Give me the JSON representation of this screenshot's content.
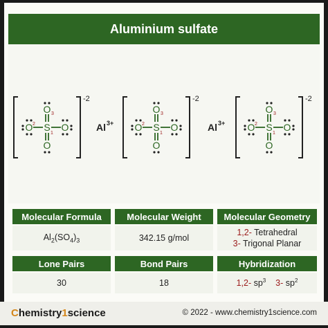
{
  "title": "Aluminium sulfate",
  "structure": {
    "ions": [
      {
        "kind": "sulfate",
        "charge": "-2",
        "atom_labels": {
          "s": "S",
          "o": "O",
          "n1": "1",
          "n2": "2",
          "n3": "3"
        }
      },
      {
        "kind": "cation",
        "label": "Al",
        "charge": "3+"
      },
      {
        "kind": "sulfate",
        "charge": "-2",
        "atom_labels": {
          "s": "S",
          "o": "O",
          "n1": "1",
          "n2": "2",
          "n3": "3"
        }
      },
      {
        "kind": "cation",
        "label": "Al",
        "charge": "3+"
      },
      {
        "kind": "sulfate",
        "charge": "-2",
        "atom_labels": {
          "s": "S",
          "o": "O",
          "n1": "1",
          "n2": "2",
          "n3": "3"
        }
      }
    ],
    "colors": {
      "bond": "#2d6623",
      "atom": "#2d6623",
      "dots": "#222222",
      "numbers": "#9b1b1b",
      "bracket": "#222222"
    }
  },
  "properties": {
    "molecular_formula": {
      "header": "Molecular Formula",
      "value_main": "Al",
      "sub1": "2",
      "paren_open": "(SO",
      "sub2": "4",
      "paren_close": ")",
      "sub3": "3"
    },
    "molecular_weight": {
      "header": "Molecular Weight",
      "value": "342.15 g/mol"
    },
    "molecular_geometry": {
      "header": "Molecular Geometry",
      "line1_num": "1,2-",
      "line1_text": "Tetrahedral",
      "line2_num": "3-",
      "line2_text": "Trigonal Planar"
    },
    "lone_pairs": {
      "header": "Lone Pairs",
      "value": "30"
    },
    "bond_pairs": {
      "header": "Bond Pairs",
      "value": "18"
    },
    "hybridization": {
      "header": "Hybridization",
      "p1_num": "1,2-",
      "p1_base": "sp",
      "p1_exp": "3",
      "p2_num": "3-",
      "p2_base": "sp",
      "p2_exp": "2"
    }
  },
  "footer": {
    "brand_c": "C",
    "brand_mid": "hemistry",
    "brand_one": "1",
    "brand_end": "science",
    "copyright": "© 2022 - www.chemistry1science.com"
  }
}
